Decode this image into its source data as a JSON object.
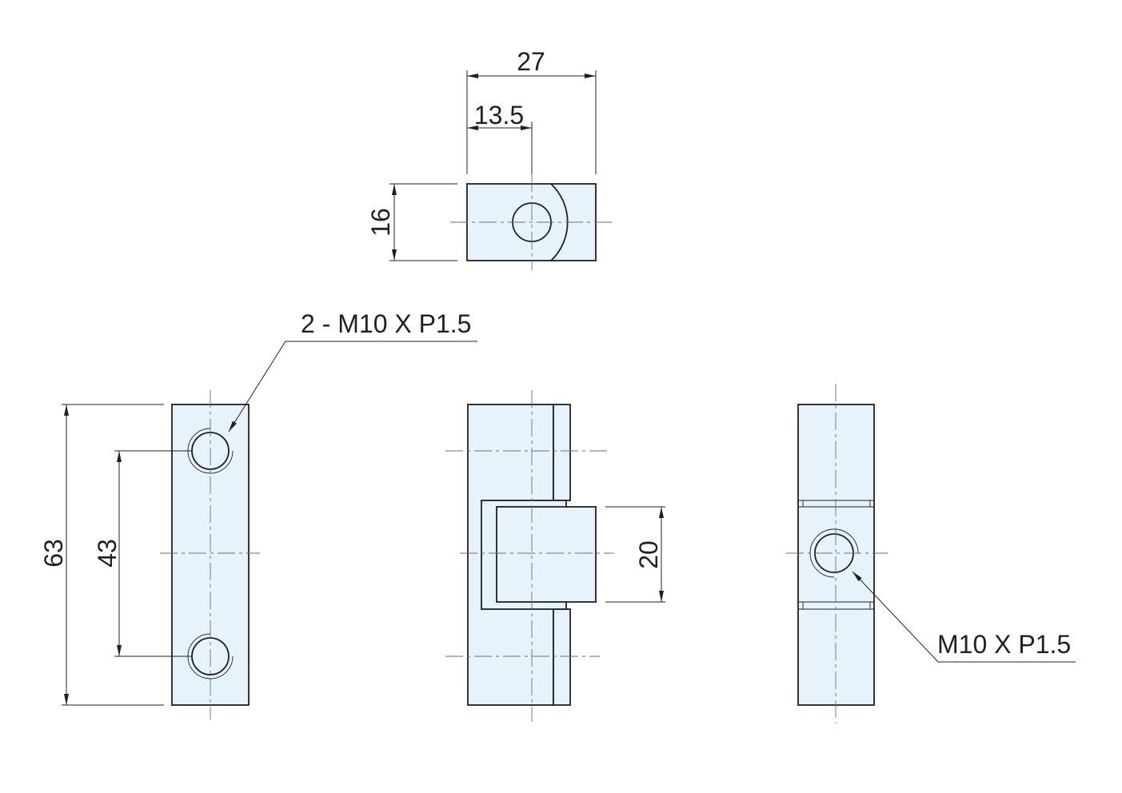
{
  "labels": {
    "top_width": "27",
    "top_hole_offset": "13.5",
    "top_height": "16",
    "overall_length": "63",
    "hole_pitch": "43",
    "knuckle_height": "20",
    "hole_callout": "2 - M10 X P1.5",
    "center_hole_callout": "M10 X P1.5"
  },
  "colors": {
    "part_fill": "#e6f3fb",
    "outline": "#231f20",
    "center_line": "#6d6e71"
  }
}
